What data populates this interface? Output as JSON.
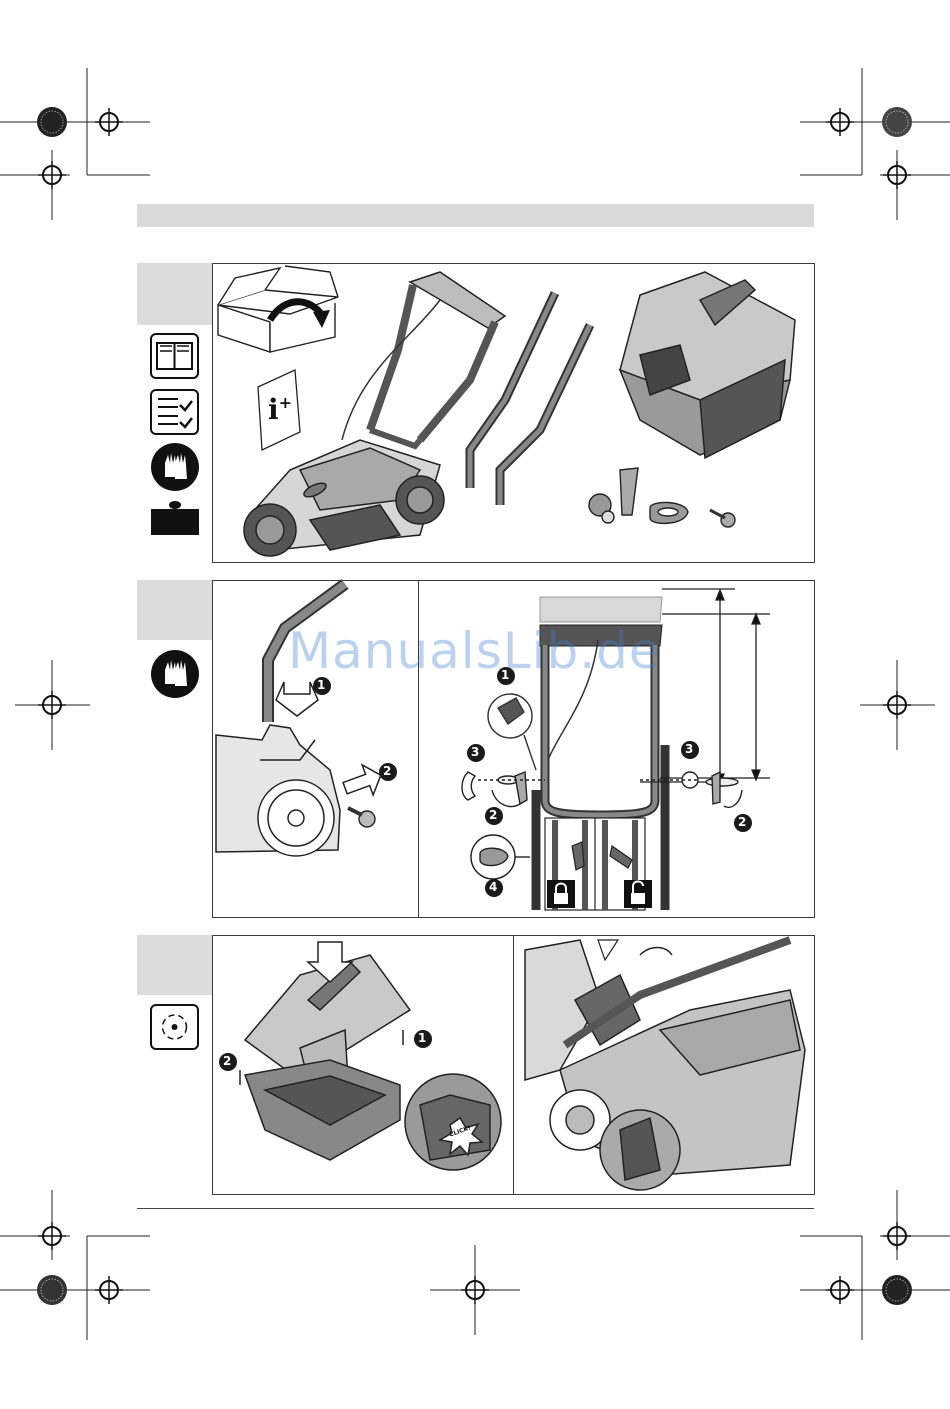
{
  "watermark": {
    "text": "ManualsLib.de"
  },
  "panel1": {
    "info_glyph": "i",
    "info_plus": "+",
    "icons": [
      "read-manual-icon",
      "checklist-icon",
      "gloves-icon",
      "weight-icon"
    ]
  },
  "panel2": {
    "icons": [
      "gloves-icon"
    ],
    "step_badges_left": [
      "1",
      "2"
    ],
    "step_badges_right": [
      "1",
      "2",
      "3",
      "3",
      "2",
      "4"
    ],
    "lock_icons": [
      "padlock-closed-icon",
      "padlock-open-icon"
    ]
  },
  "panel3": {
    "icons": [
      "recycle-icon"
    ],
    "step_badges": [
      "1",
      "2"
    ],
    "click_label": "CLICK!"
  },
  "colors": {
    "header_bar": "#d9d9d9",
    "tab": "#dcdcdc",
    "badge": "#1a1a1a",
    "watermark": "#3f7fd0"
  }
}
